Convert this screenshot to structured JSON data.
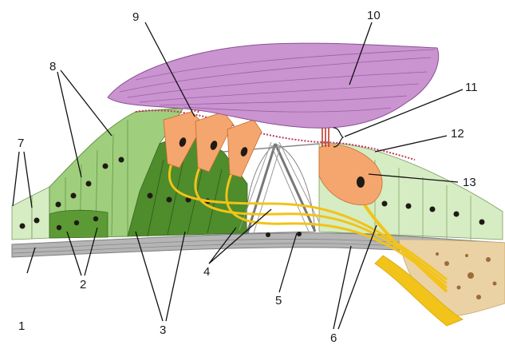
{
  "diagram": {
    "labels": {
      "l1": "1",
      "l2": "2",
      "l3": "3",
      "l4": "4",
      "l5": "5",
      "l6": "6",
      "l7": "7",
      "l8": "8",
      "l9": "9",
      "l10": "10",
      "l11": "11",
      "l12": "12",
      "l13": "13"
    },
    "colors": {
      "tectorial": "#c38ac9",
      "tectorial_line": "#8c4f96",
      "hair_cell": "#f4a66e",
      "nerve": "#f2c318",
      "support_dark": "#4f8f2e",
      "support_mid": "#8cc063",
      "support_light": "#c8e3ae",
      "basilar": "#9a9a9a",
      "bone": "#e9cf9f",
      "nucleus": "#1f1a14",
      "stereocilia": "#c0392b",
      "membrane_edge": "#c0365a"
    }
  }
}
